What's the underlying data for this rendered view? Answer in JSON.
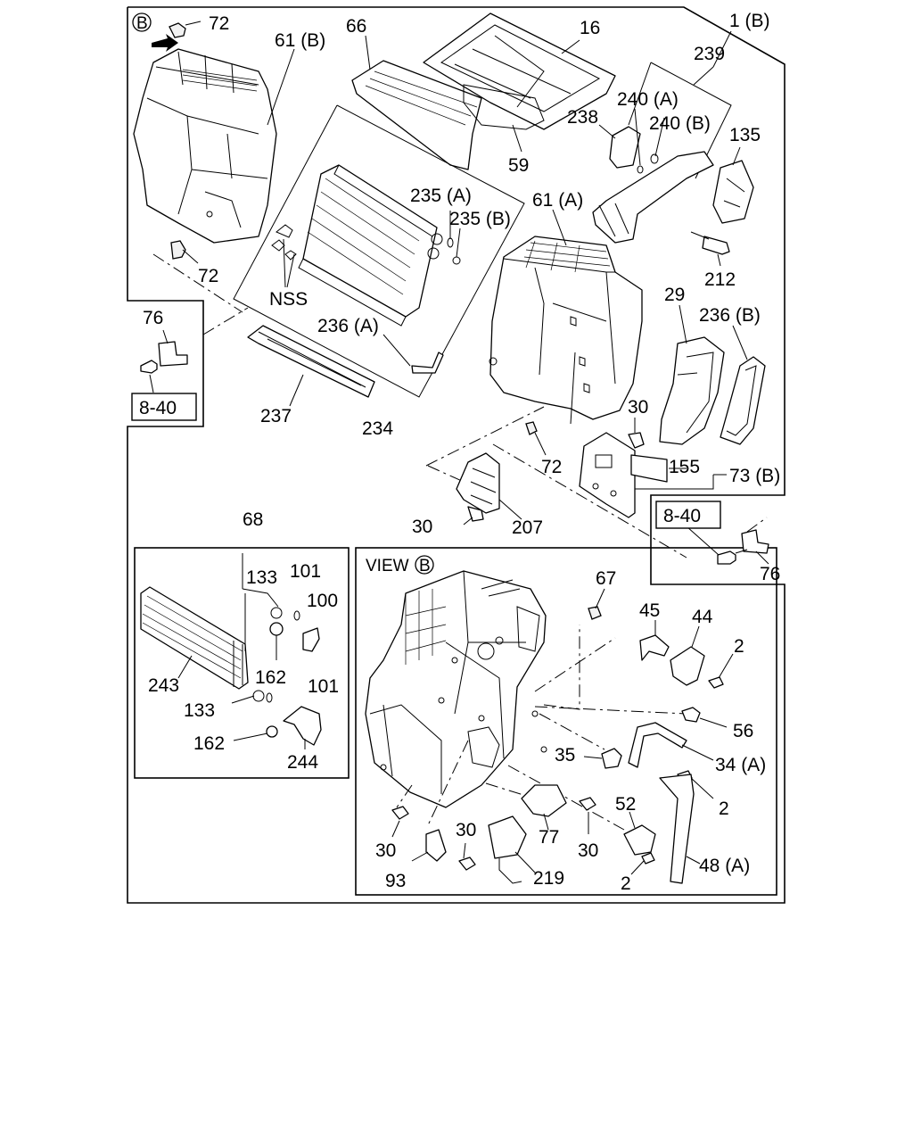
{
  "markers": {
    "view_b_top": "B",
    "view_b_inset": "B"
  },
  "labels": {
    "l_1b": "1 (B)",
    "l_72_top": "72",
    "l_61b": "61 (B)",
    "l_66": "66",
    "l_16": "16",
    "l_239": "239",
    "l_240a": "240 (A)",
    "l_240b": "240 (B)",
    "l_238": "238",
    "l_135": "135",
    "l_59": "59",
    "l_235a": "235 (A)",
    "l_235b": "235 (B)",
    "l_61a": "61 (A)",
    "l_72_mid": "72",
    "l_nss": "NSS",
    "l_212": "212",
    "l_29": "29",
    "l_236b": "236 (B)",
    "l_76_left": "76",
    "l_236a": "236 (A)",
    "l_237": "237",
    "l_234": "234",
    "l_30_upper": "30",
    "l_72_low": "72",
    "l_155": "155",
    "l_73b": "73 (B)",
    "l_30_207": "30",
    "l_207": "207",
    "l_76_right": "76",
    "l_68": "68",
    "l_133_a": "133",
    "l_101_a": "101",
    "l_100": "100",
    "l_243": "243",
    "l_162_a": "162",
    "l_101_b": "101",
    "l_133_b": "133",
    "l_162_b": "162",
    "l_244": "244",
    "l_67": "67",
    "l_45": "45",
    "l_44": "44",
    "l_2_a": "2",
    "l_56": "56",
    "l_35": "35",
    "l_34a": "34 (A)",
    "l_2_b": "2",
    "l_52": "52",
    "l_77": "77",
    "l_30_v1": "30",
    "l_30_v2": "30",
    "l_30_v3": "30",
    "l_93": "93",
    "l_219": "219",
    "l_2_c": "2",
    "l_48a": "48 (A)"
  },
  "reference_boxes": {
    "ref_left": "8-40",
    "ref_right": "8-40"
  },
  "view_label": "VIEW"
}
